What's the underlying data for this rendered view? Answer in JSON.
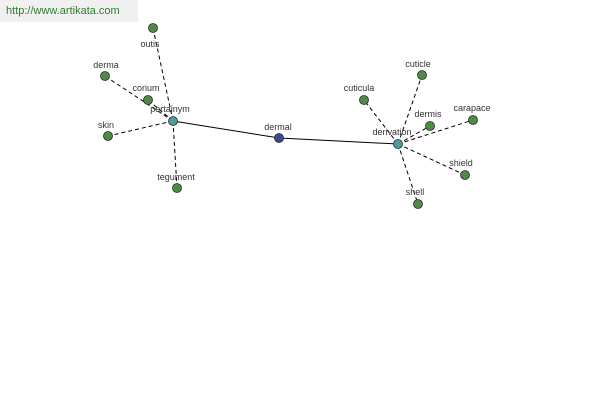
{
  "header": {
    "url_text": "http://www.artikata.com"
  },
  "colors": {
    "leaf": "#4e8a45",
    "hub": "#4f9a9a",
    "center": "#3b4a8c",
    "edge": "#000000"
  },
  "graph": {
    "center": "dermal",
    "relations": [
      {
        "hub": "pertainym",
        "terms": [
          "outis",
          "derma",
          "corium",
          "skin",
          "tegument"
        ]
      },
      {
        "hub": "derivation",
        "terms": [
          "cuticula",
          "cuticle",
          "dermis",
          "carapace",
          "shield",
          "shell"
        ]
      }
    ]
  }
}
